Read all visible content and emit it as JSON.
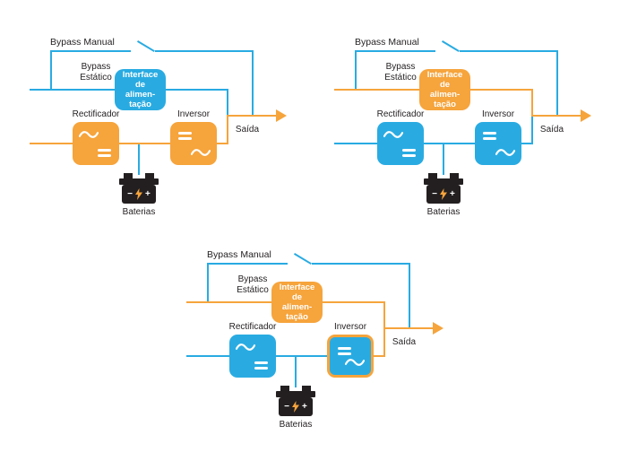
{
  "colors": {
    "orange": "#f6a43c",
    "cyan": "#29abe2",
    "ink": "#231f20",
    "background": "#ffffff"
  },
  "icons": {
    "switch": "open-switch-icon",
    "sine": "ac-sine-icon",
    "equals": "dc-equals-icon",
    "battery": "battery-icon",
    "bolt": "lightning-bolt-icon",
    "arrow": "arrow-right-icon"
  },
  "diagrams": [
    {
      "labels": {
        "bypass_manual": "Bypass Manual",
        "bypass_estatico_line1": "Bypass",
        "bypass_estatico_line2": "Estático",
        "interface_lines": [
          "Interface",
          "de",
          "alimen-",
          "tação"
        ],
        "rectifier": "Rectificador",
        "inverter": "Inversor",
        "output": "Saída",
        "batteries": "Baterias",
        "battery_minus": "−",
        "battery_plus": "+"
      }
    },
    {
      "labels": {
        "bypass_manual": "Bypass Manual",
        "bypass_estatico_line1": "Bypass",
        "bypass_estatico_line2": "Estático",
        "interface_lines": [
          "Interface",
          "de",
          "alimen-",
          "tação"
        ],
        "rectifier": "Rectificador",
        "inverter": "Inversor",
        "output": "Saída",
        "batteries": "Baterias",
        "battery_minus": "−",
        "battery_plus": "+"
      }
    },
    {
      "labels": {
        "bypass_manual": "Bypass Manual",
        "bypass_estatico_line1": "Bypass",
        "bypass_estatico_line2": "Estático",
        "interface_lines": [
          "Interface",
          "de",
          "alimen-",
          "tação"
        ],
        "rectifier": "Rectificador",
        "inverter": "Inversor",
        "output": "Saída",
        "batteries": "Baterias",
        "battery_minus": "−",
        "battery_plus": "+"
      }
    }
  ]
}
